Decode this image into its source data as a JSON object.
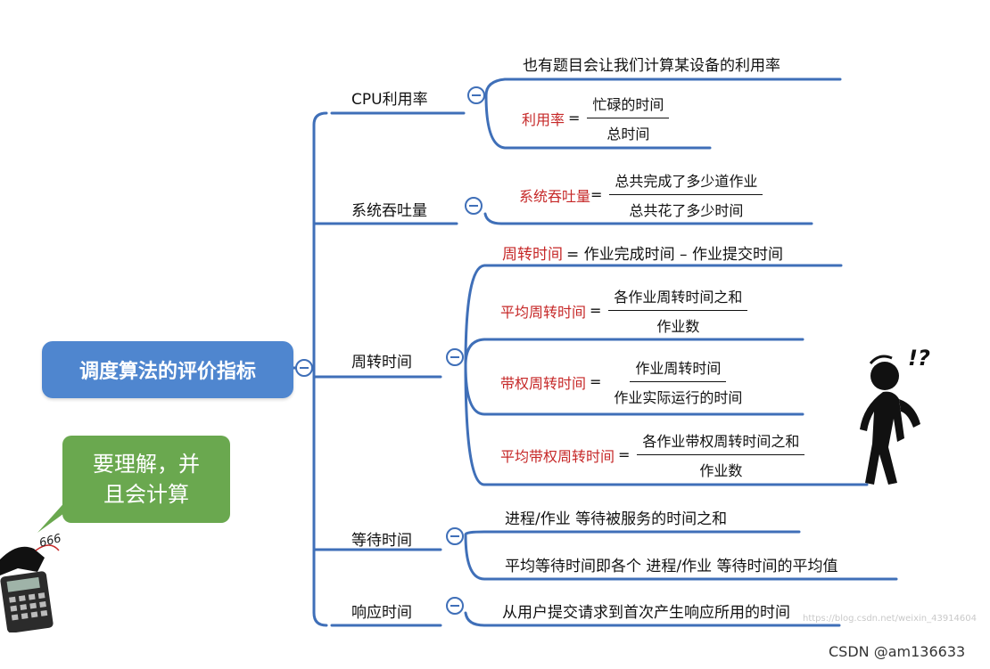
{
  "root": {
    "title": "调度算法的评价指标"
  },
  "bubble": {
    "line1": "要理解，并",
    "line2": "且会计算"
  },
  "calc_text": "666",
  "question_marks": "!?",
  "branches": {
    "cpu": {
      "label": "CPU利用率",
      "note": "也有题目会让我们计算某设备的利用率",
      "formula": {
        "lhs": "利用率",
        "eq": "=",
        "numerator": "忙碌的时间",
        "denominator": "总时间"
      }
    },
    "throughput": {
      "label": "系统吞吐量",
      "formula": {
        "lhs": "系统吞吐量",
        "eq": "=",
        "numerator": "总共完成了多少道作业",
        "denominator": "总共花了多少时间"
      }
    },
    "turnaround": {
      "label": "周转时间",
      "def": {
        "lhs": "周转时间",
        "rhs": "= 作业完成时间 – 作业提交时间"
      },
      "avg": {
        "lhs": "平均周转时间",
        "eq": "=",
        "numerator": "各作业周转时间之和",
        "denominator": "作业数"
      },
      "weighted": {
        "lhs": "带权周转时间",
        "eq": "=",
        "numerator": "作业周转时间",
        "denominator": "作业实际运行的时间"
      },
      "avg_weighted": {
        "lhs": "平均带权周转时间",
        "eq": "=",
        "numerator": "各作业带权周转时间之和",
        "denominator": "作业数"
      }
    },
    "waiting": {
      "label": "等待时间",
      "leaf1": "进程/作业 等待被服务的时间之和",
      "leaf2": "平均等待时间即各个 进程/作业 等待时间的平均值"
    },
    "response": {
      "label": "响应时间",
      "leaf1": "从用户提交请求到首次产生响应所用的时间"
    }
  },
  "watermark_faint": "https://blog.csdn.net/weixin_43914604",
  "watermark": "CSDN @am136633",
  "colors": {
    "node_blue": "#4f86cf",
    "line_blue": "#3f6fb8",
    "bubble_green": "#6aa84f",
    "formula_red": "#c62828"
  }
}
